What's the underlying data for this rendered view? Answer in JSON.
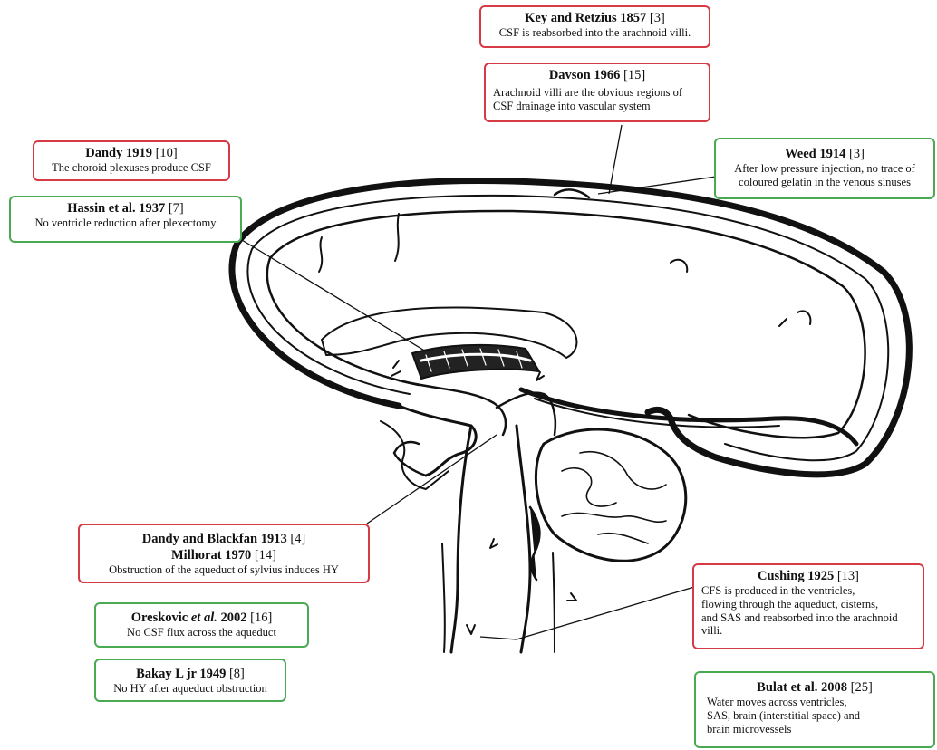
{
  "colors": {
    "disproved": "#d63a45",
    "supported": "#4aaa52",
    "line": "#111111"
  },
  "boxes": {
    "key_retzius": {
      "author": "Key and Retzius 1857",
      "ref": "[3]",
      "text": "CSF is reabsorbed into the arachnoid villi."
    },
    "davson": {
      "author": "Davson 1966",
      "ref": "[15]",
      "text1": "Arachnoid villi are the obvious regions of",
      "text2": "CSF drainage into vascular system"
    },
    "dandy1919": {
      "author": "Dandy 1919",
      "ref": "[10]",
      "text": "The choroid plexuses produce CSF"
    },
    "hassin": {
      "author": "Hassin et al. 1937",
      "ref": "[7]",
      "text": "No ventricle reduction after plexectomy"
    },
    "weed": {
      "author": "Weed 1914",
      "ref": "[3]",
      "text1": "After low pressure injection, no trace of",
      "text2": "coloured gelatin in the venous sinuses"
    },
    "dandy_blackfan": {
      "author": "Dandy and Blackfan 1913",
      "ref": "[4]",
      "author2": "Milhorat 1970",
      "ref2": "[14]",
      "text": "Obstruction of the aqueduct of sylvius induces HY"
    },
    "cushing": {
      "author": "Cushing 1925",
      "ref": "[13]",
      "text1": "CFS is produced in the ventricles,",
      "text2": "flowing through the aqueduct, cisterns,",
      "text3": "and SAS and reabsorbed into the arachnoid",
      "text4": "villi."
    },
    "oreskovic": {
      "author_pre": "Oreskovic ",
      "author_em": "et al.",
      "author_post": " 2002",
      "ref": "[16]",
      "text": "No CSF flux across the aqueduct"
    },
    "bakay": {
      "author": "Bakay L jr 1949",
      "ref": "[8]",
      "text": "No HY after aqueduct obstruction"
    },
    "bulat": {
      "author": "Bulat et al. 2008",
      "ref": "[25]",
      "text1": "Water moves across ventricles,",
      "text2": "SAS, brain (interstitial space) and",
      "text3": "brain microvessels"
    }
  }
}
